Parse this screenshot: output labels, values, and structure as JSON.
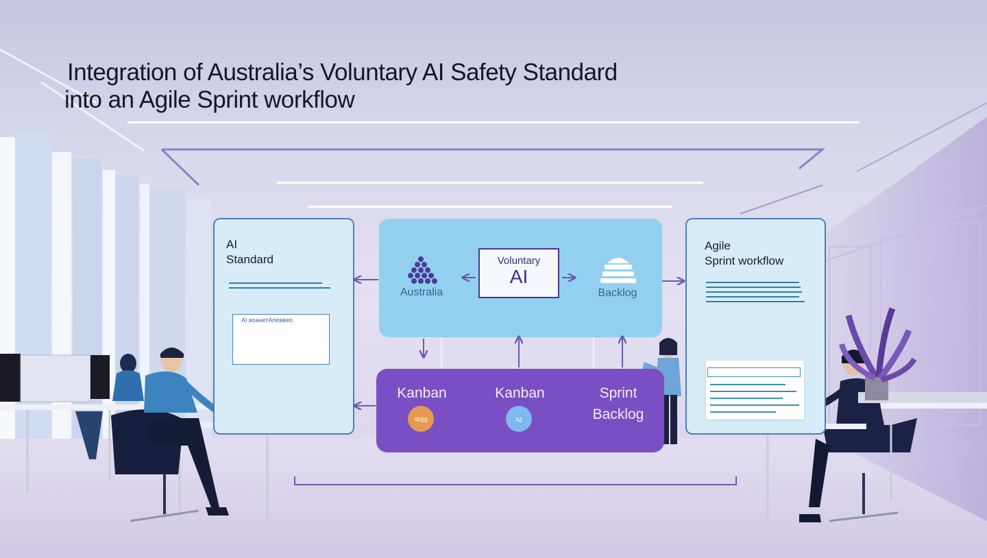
{
  "title": {
    "line1": "Integration of Australia’s Voluntary AI Safety Standard",
    "line2": "into an Agile Sprint workflow"
  },
  "left_panel": {
    "line1": "AI",
    "line2": "Standard",
    "card_text": "AI воанетАпеввео"
  },
  "right_panel": {
    "line1": "Agile",
    "line2": "Sprint workflow"
  },
  "top_panel": {
    "australia_label": "Australia",
    "voluntary_small": "Voluntary",
    "voluntary_big": "AI",
    "backlog_label": "Backlog"
  },
  "bottom_panel": {
    "kanban1": "Kanban",
    "kanban2": "Kanban",
    "sprint_line1": "Sprint",
    "sprint_line2": "Backlog",
    "badge1": "ꝏᵹᵹ",
    "badge2": "ꜱᵹ"
  },
  "icons": [
    "australia-network-icon",
    "backlog-stack-icon",
    "plant-icon"
  ],
  "colors": {
    "accent_purple": "#7a4fc4",
    "light_blue_panel": "#93d0ef",
    "panel_border": "#4a7fb8",
    "arrow_color": "#6b58b2"
  }
}
